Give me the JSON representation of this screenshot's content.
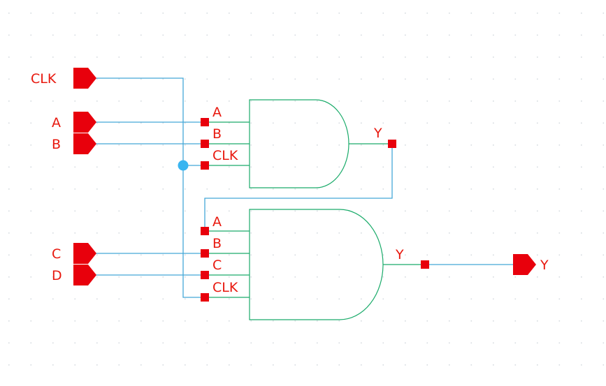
{
  "schematic": {
    "inputs": [
      "CLK",
      "A",
      "B",
      "C",
      "D"
    ],
    "output": "Y",
    "gate1": {
      "inputs": [
        "A",
        "B",
        "CLK"
      ],
      "output": "Y"
    },
    "gate2": {
      "inputs": [
        "A",
        "B",
        "C",
        "CLK"
      ],
      "output": "Y"
    }
  },
  "colors": {
    "pin": "#e8000c",
    "wire": "#44a8d8",
    "gate": "#1aab6a",
    "label": "#e8180e",
    "junction": "#3ab5f0",
    "grid": "#d6dbe0"
  }
}
